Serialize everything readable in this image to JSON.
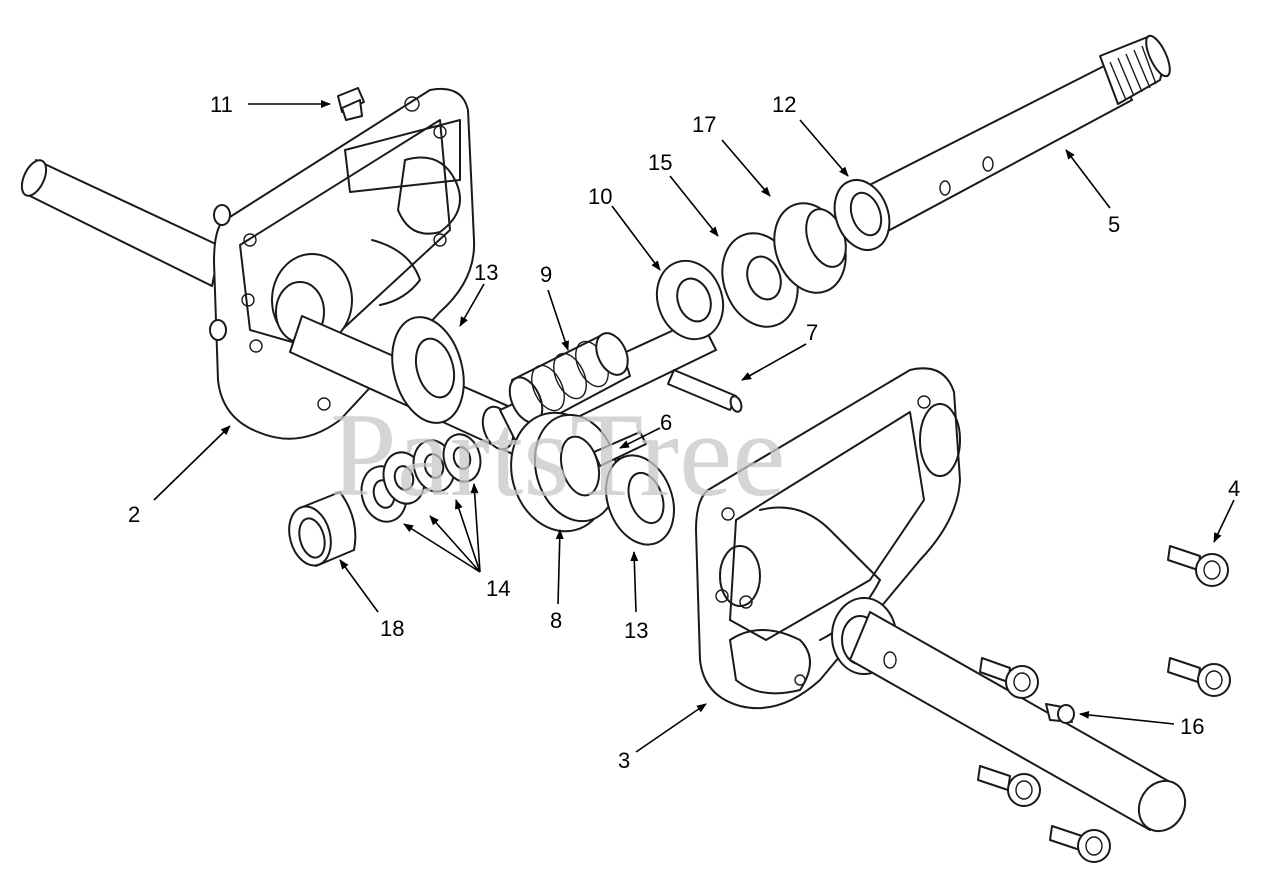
{
  "watermark": "PartsTree",
  "colors": {
    "line": "#1a1a1a",
    "watermark": "#c8c8c8",
    "background": "#ffffff"
  },
  "callouts": [
    "11",
    "12",
    "17",
    "15",
    "10",
    "13",
    "9",
    "7",
    "5",
    "6",
    "2",
    "4",
    "14",
    "18",
    "8",
    "13",
    "16",
    "3"
  ]
}
